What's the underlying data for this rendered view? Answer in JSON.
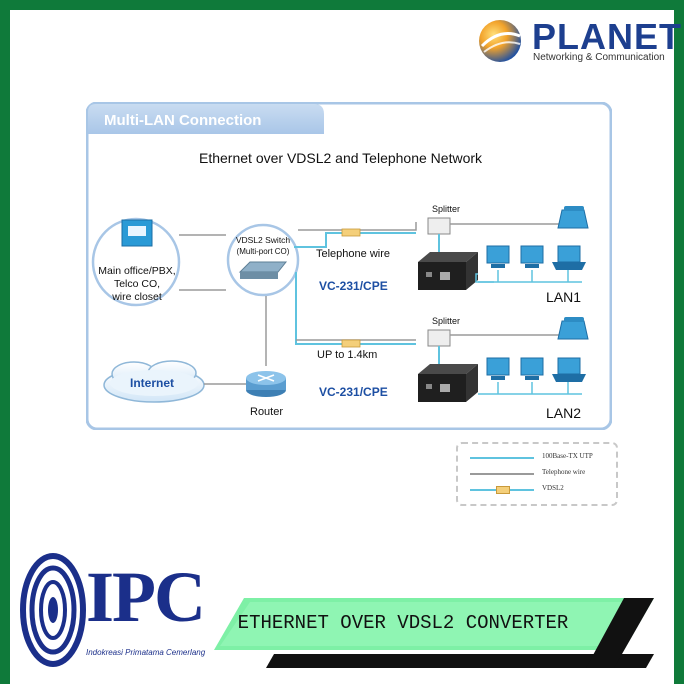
{
  "brand": {
    "planet_name": "PLANET",
    "planet_tagline": "Networking & Communication"
  },
  "diagram": {
    "tab_title": "Multi-LAN Connection",
    "heading": "Ethernet over VDSL2 and Telephone Network",
    "main_office_lines": [
      "Main office/PBX,",
      "Telco CO,",
      "wire closet"
    ],
    "switch_lines": [
      "VDSL2 Switch",
      "(Multi-port CO)"
    ],
    "internet_label": "Internet",
    "router_label": "Router",
    "telephone_wire_label": "Telephone wire",
    "distance_label": "UP to 1.4km",
    "splitter_label": "Splitter",
    "cpe_label": "VC-231/CPE",
    "lan1_label": "LAN1",
    "lan2_label": "LAN2",
    "vdsl_tag": "VDSL2"
  },
  "legend": {
    "items": [
      {
        "label": "100Base-TX UTP",
        "color": "#5fc3df"
      },
      {
        "label": "Telephone wire",
        "color": "#9a9a9a"
      },
      {
        "label": "VDSL2",
        "color": "#5fc3df"
      }
    ]
  },
  "ipc": {
    "letters": "IPC",
    "tagline": "Indokreasi Primatama Cemerlang"
  },
  "banner": {
    "title": "ETHERNET OVER VDSL2 CONVERTER"
  },
  "colors": {
    "frame_green": "#0f7a3a",
    "diagram_border": "#a8c6e6",
    "cable_blue": "#5fc3df",
    "cpe_blue": "#1d4fa3",
    "banner_green": "#7ef0a6"
  }
}
